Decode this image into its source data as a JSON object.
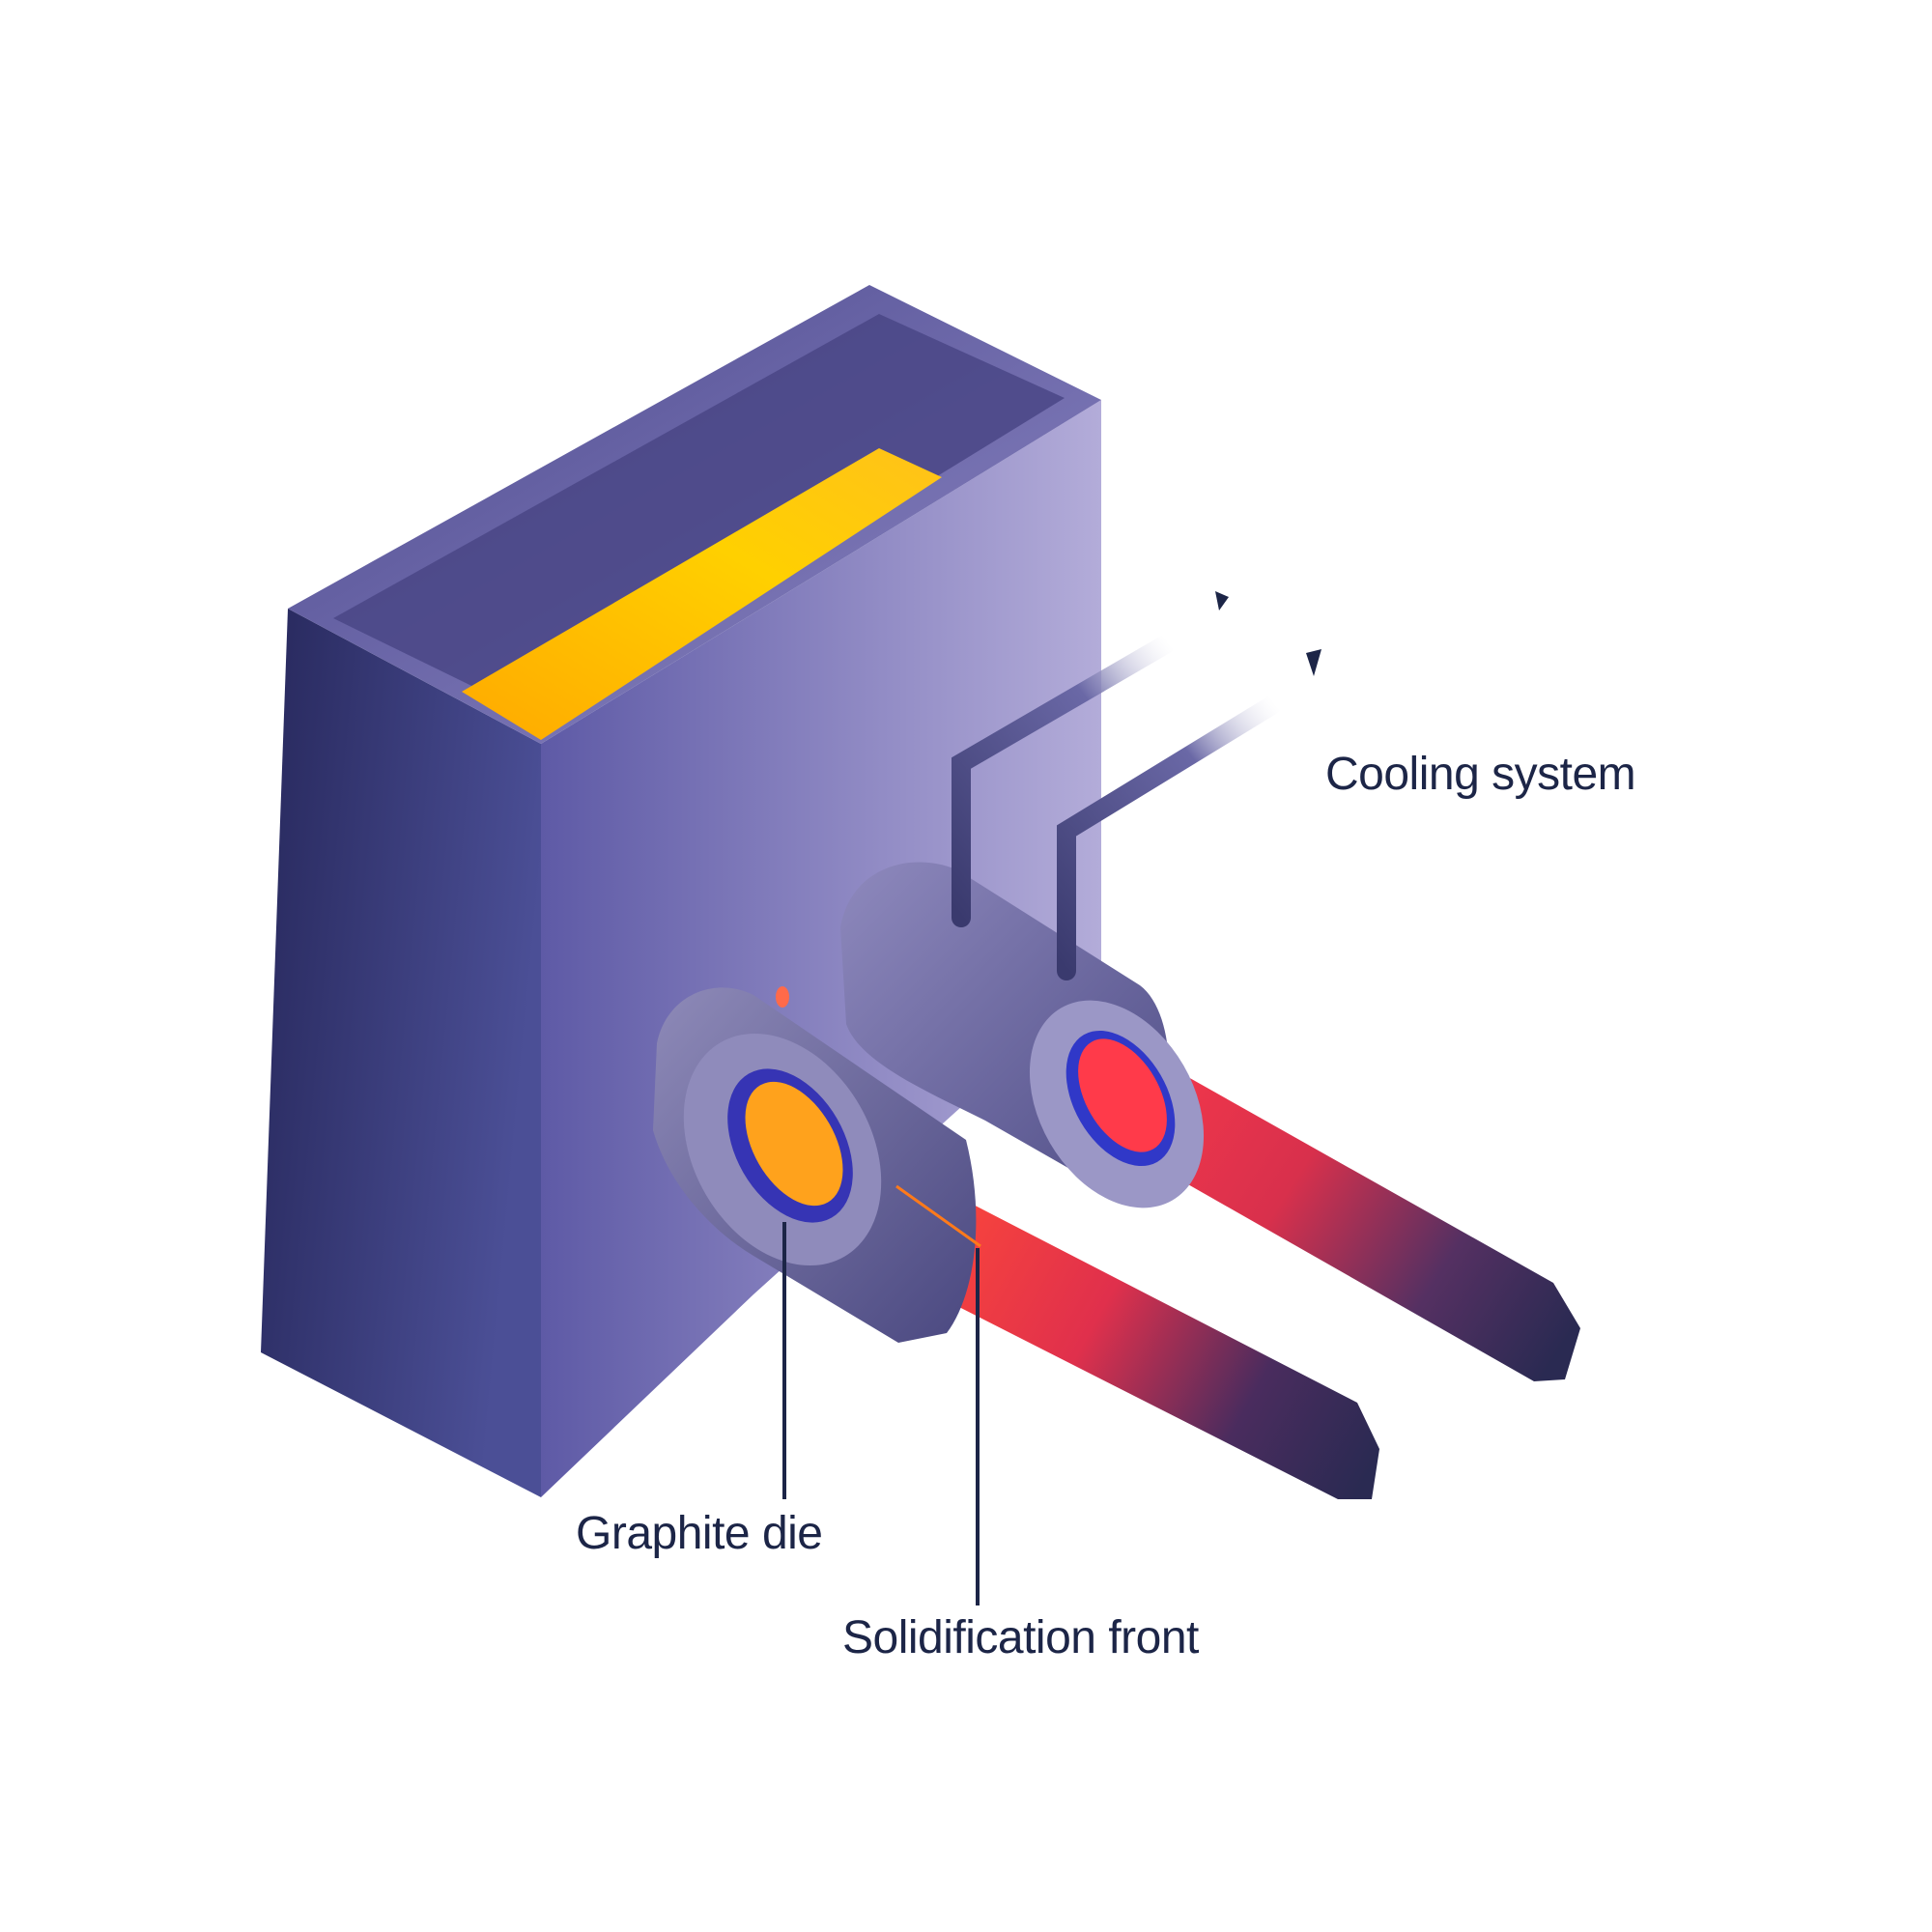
{
  "labels": {
    "cooling_system": "Cooling system",
    "graphite_die": "Graphite die",
    "solidification_front": "Solidification front"
  },
  "colors": {
    "furnace_front": "#3a3f80",
    "furnace_side": "#8a82c4",
    "furnace_top": "#5a579b",
    "melt": "#ffb000",
    "rod_hot": "#ff9d1e",
    "rod_red": "#e8334a",
    "rod_cool": "#2b2b55",
    "cooler_body": "#6d6ba3",
    "leader_line": "#1c2547",
    "label_text": "#1c2547"
  }
}
